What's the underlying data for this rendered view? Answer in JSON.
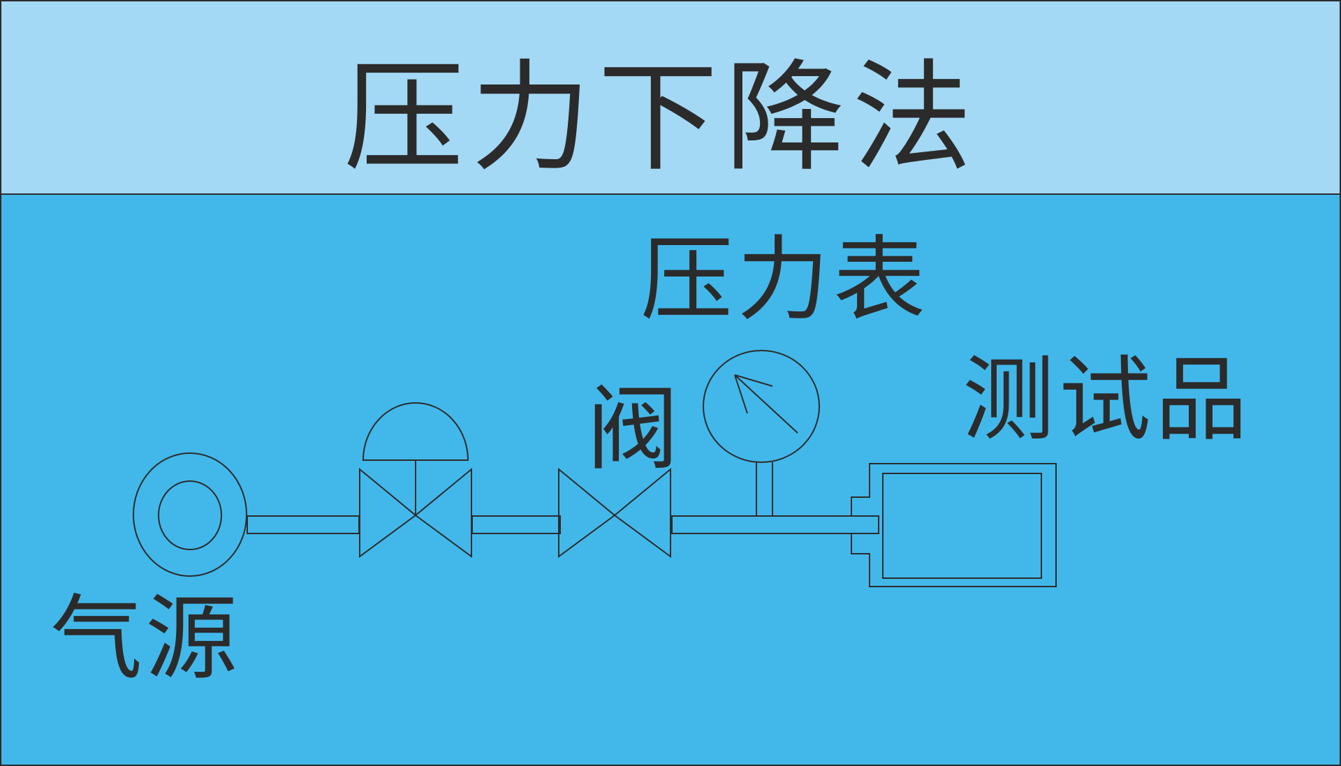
{
  "title": "压力下降法",
  "labels": {
    "gauge": "压力表",
    "test_item": "测试品",
    "valve": "阀",
    "air_source": "气源"
  },
  "colors": {
    "header_bg": "#a3d9f5",
    "body_bg": "#42b8ea",
    "line": "#2b2b2b",
    "text": "#2b2b2b"
  }
}
